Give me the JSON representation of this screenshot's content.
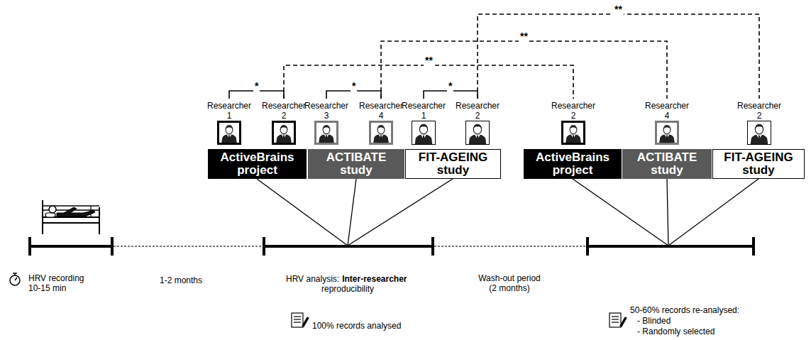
{
  "diagram": {
    "nodes": [
      {
        "text": [
          "Researcher 1"
        ]
      },
      {
        "text": [
          "Researcher 2"
        ]
      },
      {
        "text": [
          "Researcher 3"
        ]
      },
      {
        "text": [
          "Researcher 4"
        ]
      },
      {
        "text": [
          "Researcher 1"
        ]
      },
      {
        "text": [
          "Researcher 2"
        ]
      },
      {
        "text": [
          "ActiveBrains project"
        ]
      },
      {
        "text": [
          "ACTIBATE study"
        ]
      },
      {
        "text": [
          "FIT-AGEING study"
        ]
      },
      {
        "text": [
          "Researcher 2"
        ]
      },
      {
        "text": [
          "Researcher 4"
        ]
      },
      {
        "text": [
          "Researcher 2"
        ]
      },
      {
        "text": [
          "ActiveBrains project"
        ]
      },
      {
        "text": [
          "ACTIBATE study"
        ]
      },
      {
        "text": [
          "FIT-AGEING study"
        ]
      }
    ],
    "edges": [
      {
        "from": 0,
        "to": 1,
        "label": "*",
        "arrow": "none"
      },
      {
        "from": 2,
        "to": 3,
        "label": "*",
        "arrow": "none"
      },
      {
        "from": 4,
        "to": 5,
        "label": "*",
        "arrow": "none"
      },
      {
        "from": 1,
        "to": 9,
        "label": "**",
        "arrow": "none"
      },
      {
        "from": 3,
        "to": 10,
        "label": "**",
        "arrow": "none"
      },
      {
        "from": 5,
        "to": 11,
        "label": "**",
        "arrow": "none"
      }
    ],
    "labels": [
      "HRV recording 10-15 min",
      "1-2 months",
      "HRV analysis:",
      "Inter-researcher",
      "reproducibility",
      "Wash-out period (2 months)",
      "100% records analysed",
      "50-60% records re-analysed:",
      "- Blinded",
      "- Randomly selected"
    ]
  }
}
